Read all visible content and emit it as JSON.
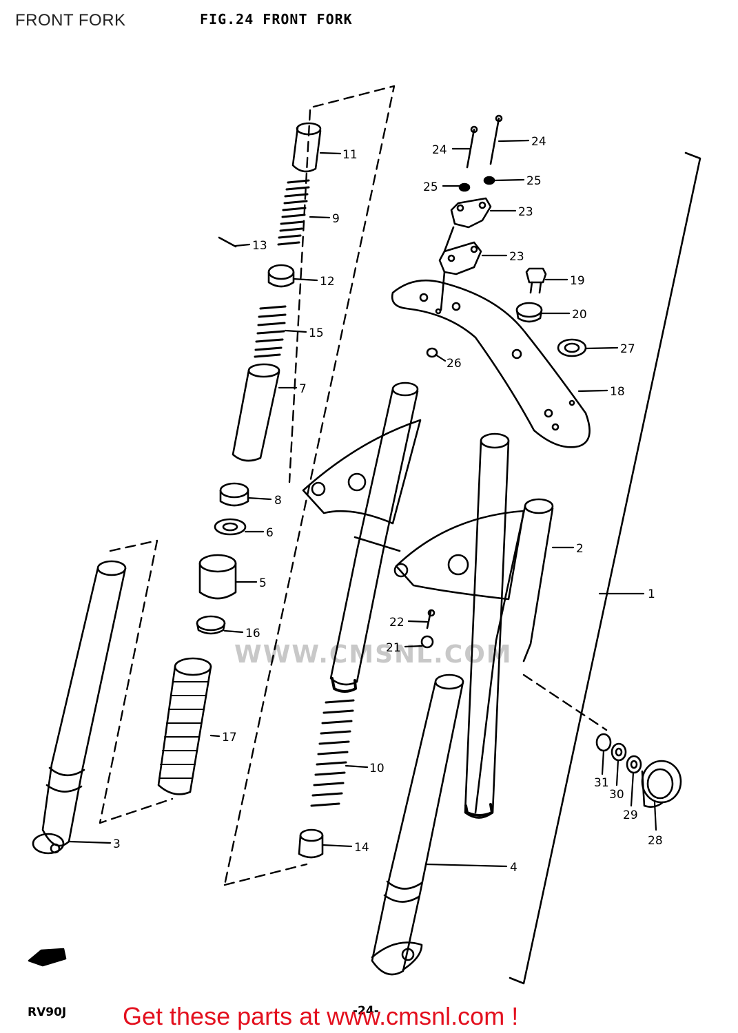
{
  "header": {
    "page_title": "FRONT FORK",
    "figure_title": "FIG.24 FRONT FORK"
  },
  "watermark": "WWW.CMSNL.COM",
  "footer": {
    "model_code": "RV90J",
    "page_number": "-24-",
    "promo": "Get these parts at www.cmsnl.com !",
    "promo_color": "#e3101e"
  },
  "callouts": [
    "1",
    "2",
    "3",
    "4",
    "5",
    "6",
    "7",
    "8",
    "9",
    "10",
    "11",
    "12",
    "13",
    "14",
    "15",
    "16",
    "17",
    "18",
    "19",
    "20",
    "21",
    "22",
    "23",
    "23",
    "24",
    "24",
    "25",
    "25",
    "26",
    "27",
    "28",
    "29",
    "30",
    "31"
  ]
}
